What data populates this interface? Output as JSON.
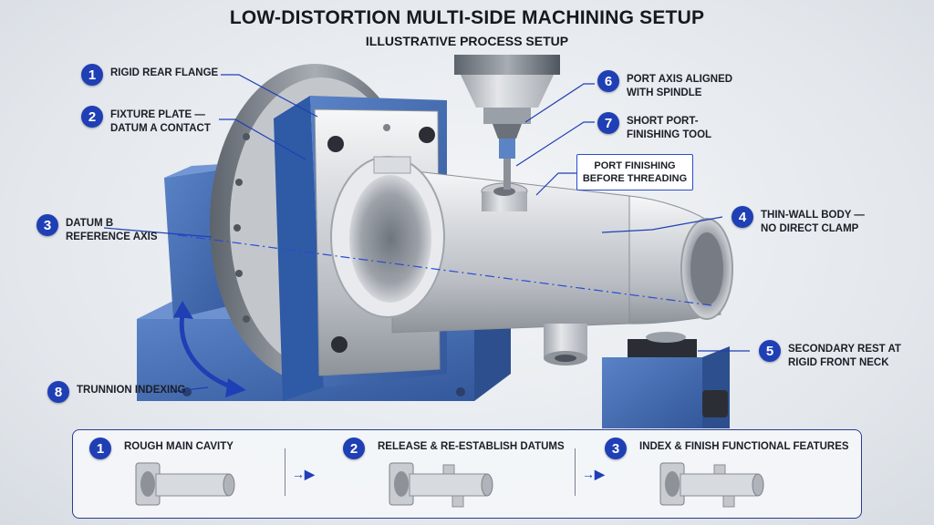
{
  "header": {
    "title": "LOW-DISTORTION MULTI-SIDE MACHINING SETUP",
    "subtitle": "ILLUSTRATIVE PROCESS SETUP"
  },
  "callouts": [
    {
      "num": "1",
      "lines": [
        "RIGID REAR FLANGE"
      ]
    },
    {
      "num": "2",
      "lines": [
        "FIXTURE PLATE —",
        "DATUM A CONTACT"
      ]
    },
    {
      "num": "3",
      "lines": [
        "DATUM B",
        "REFERENCE AXIS"
      ]
    },
    {
      "num": "4",
      "lines": [
        "THIN-WALL BODY —",
        "NO DIRECT CLAMP"
      ]
    },
    {
      "num": "5",
      "lines": [
        "SECONDARY REST AT",
        "RIGID FRONT NECK"
      ]
    },
    {
      "num": "6",
      "lines": [
        "PORT AXIS ALIGNED",
        "WITH SPINDLE"
      ]
    },
    {
      "num": "7",
      "lines": [
        "SHORT PORT-",
        "FINISHING TOOL"
      ]
    },
    {
      "num": "8",
      "lines": [
        "TRUNNION INDEXING"
      ]
    }
  ],
  "port_box": {
    "lines": [
      "PORT FINISHING",
      "BEFORE THREADING"
    ]
  },
  "steps": [
    {
      "num": "1",
      "label": "ROUGH MAIN CAVITY"
    },
    {
      "num": "2",
      "label": "RELEASE & RE-ESTABLISH DATUMS"
    },
    {
      "num": "3",
      "label": "INDEX & FINISH FUNCTIONAL FEATURES"
    }
  ],
  "colors": {
    "accent": "#1f3fb5",
    "fixture_blue": "#3f68b0",
    "steel": "#c9cdd2"
  }
}
